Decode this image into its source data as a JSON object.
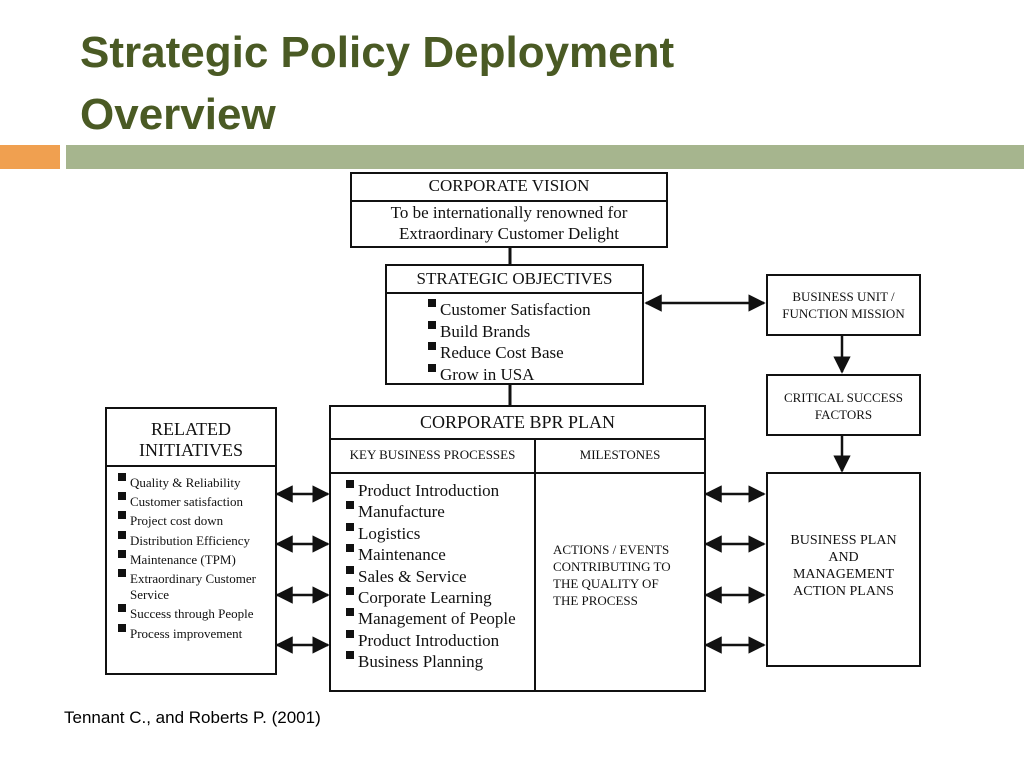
{
  "slide": {
    "title_line1": "Strategic Policy Deployment",
    "title_line2": "Overview",
    "caption": "Tennant C., and Roberts P. (2001)"
  },
  "diagram": {
    "corporate_vision": {
      "heading": "CORPORATE VISION",
      "line1": "To be internationally renowned for",
      "line2": "Extraordinary Customer Delight"
    },
    "strategic_objectives": {
      "heading": "STRATEGIC OBJECTIVES",
      "items": [
        "Customer Satisfaction",
        "Build Brands",
        "Reduce Cost Base",
        "Grow in USA"
      ]
    },
    "business_unit": {
      "line1": "BUSINESS UNIT /",
      "line2": "FUNCTION MISSION"
    },
    "critical_success": {
      "line1": "CRITICAL SUCCESS",
      "line2": "FACTORS"
    },
    "related_initiatives": {
      "line1": "RELATED",
      "line2": "INITIATIVES",
      "items": [
        "Quality & Reliability",
        "Customer satisfaction",
        "Project cost down",
        "Distribution Efficiency",
        "Maintenance (TPM)",
        "Extraordinary Customer",
        "Service",
        "Success through People",
        "Process improvement"
      ]
    },
    "bpr_plan": {
      "heading": "CORPORATE BPR PLAN",
      "col1_heading": "KEY BUSINESS PROCESSES",
      "col2_heading": "MILESTONES",
      "processes": [
        "Product Introduction",
        "Manufacture",
        "Logistics",
        "Maintenance",
        "Sales & Service",
        "Corporate Learning",
        "Management of People",
        "Product Introduction",
        "Business Planning"
      ],
      "milestones": [
        "ACTIONS / EVENTS",
        "CONTRIBUTING TO",
        "THE QUALITY OF",
        "THE PROCESS"
      ]
    },
    "business_plan": {
      "line1": "BUSINESS PLAN",
      "line2": "AND",
      "line3": "MANAGEMENT",
      "line4": "ACTION PLANS"
    }
  },
  "colors": {
    "title": "#4a5a24",
    "accent_orange": "#f0a050",
    "accent_green": "#a6b58e",
    "line": "#111111"
  }
}
